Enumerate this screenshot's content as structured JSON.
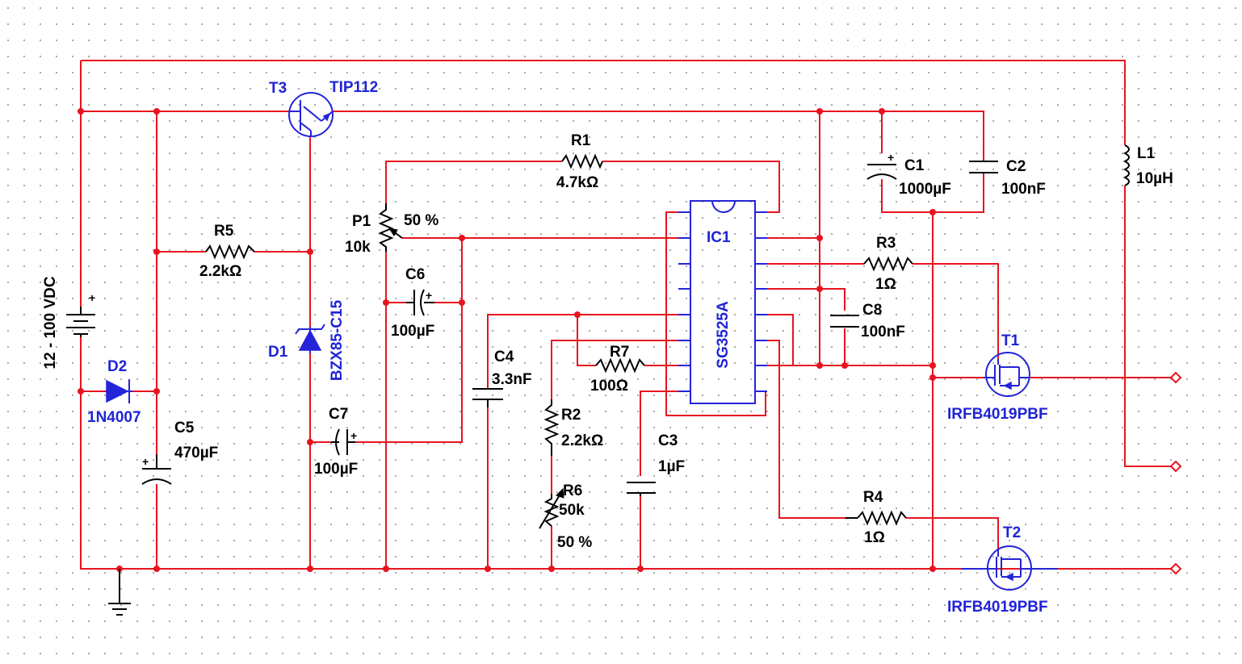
{
  "source": {
    "label": "12 - 100 VDC"
  },
  "components": {
    "T3": {
      "ref": "T3",
      "value": "TIP112"
    },
    "D2": {
      "ref": "D2",
      "value": "1N4007"
    },
    "D1": {
      "ref": "D1",
      "value": "BZX85-C15"
    },
    "C5": {
      "ref": "C5",
      "value": "470µF"
    },
    "R5": {
      "ref": "R5",
      "value": "2.2kΩ"
    },
    "C7": {
      "ref": "C7",
      "value": "100µF"
    },
    "P1": {
      "ref": "P1",
      "value": "10k",
      "setting": "50 %"
    },
    "C6": {
      "ref": "C6",
      "value": "100µF"
    },
    "R1": {
      "ref": "R1",
      "value": "4.7kΩ"
    },
    "C4": {
      "ref": "C4",
      "value": "3.3nF"
    },
    "R7": {
      "ref": "R7",
      "value": "100Ω"
    },
    "R2": {
      "ref": "R2",
      "value": "2.2kΩ"
    },
    "R6": {
      "ref": "R6",
      "value": "50k",
      "setting": "50 %"
    },
    "C3": {
      "ref": "C3",
      "value": "1µF"
    },
    "IC1": {
      "ref": "IC1",
      "value": "SG3525A"
    },
    "C1": {
      "ref": "C1",
      "value": "1000µF"
    },
    "C2": {
      "ref": "C2",
      "value": "100nF"
    },
    "C8": {
      "ref": "C8",
      "value": "100nF"
    },
    "R3": {
      "ref": "R3",
      "value": "1Ω"
    },
    "R4": {
      "ref": "R4",
      "value": "1Ω"
    },
    "T1": {
      "ref": "T1",
      "value": "IRFB4019PBF"
    },
    "T2": {
      "ref": "T2",
      "value": "IRFB4019PBF"
    },
    "L1": {
      "ref": "L1",
      "value": "10µH"
    }
  },
  "colors": {
    "wire": "#e8131f",
    "component": "#2424d8",
    "label": "#000000",
    "blue_label": "#1f24d6"
  }
}
